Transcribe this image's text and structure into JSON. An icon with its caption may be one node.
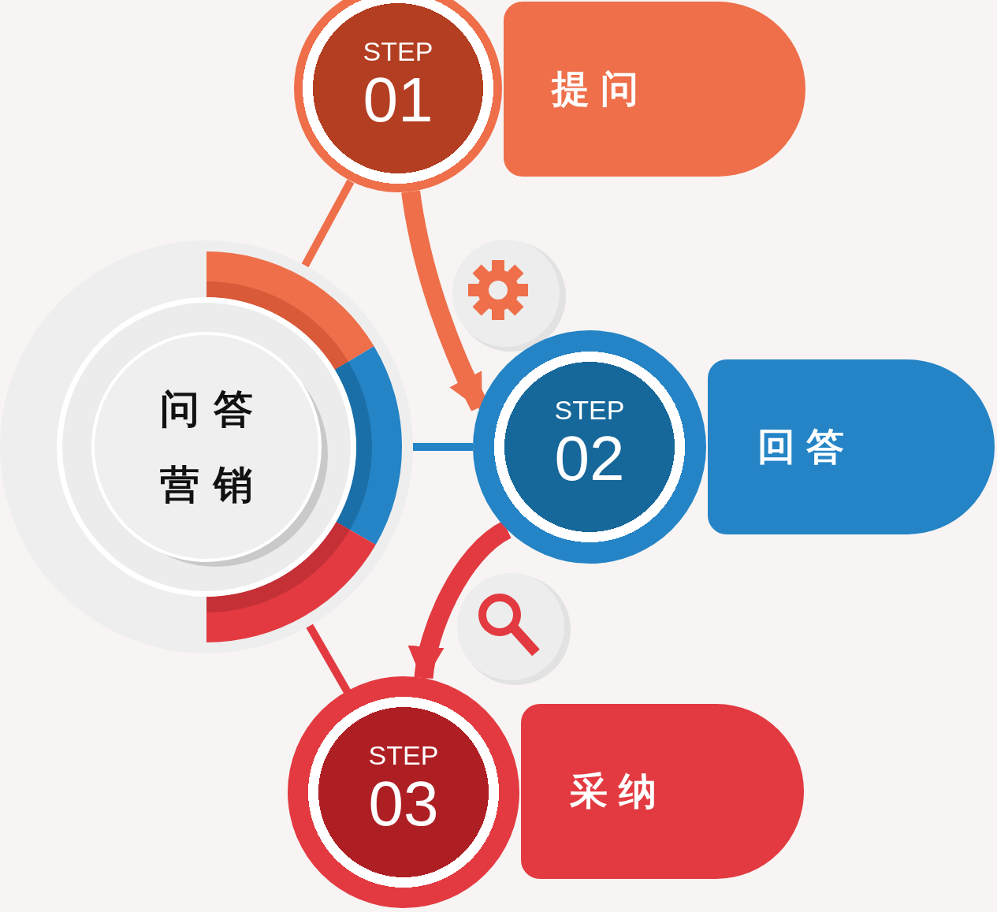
{
  "diagram": {
    "nodes": [
      {
        "text": [
          "问答营销"
        ]
      },
      {
        "text": [
          "STEP",
          "01"
        ]
      },
      {
        "text": [
          "提问"
        ]
      },
      {
        "text": [
          "STEP",
          "02"
        ]
      },
      {
        "text": [
          "回答"
        ]
      },
      {
        "text": [
          "STEP",
          "03"
        ]
      },
      {
        "text": [
          "采纳"
        ]
      }
    ],
    "edges": [
      {
        "from": 0,
        "to": 1,
        "arrow": "none",
        "color": "#ee6f4a"
      },
      {
        "from": 0,
        "to": 3,
        "arrow": "none",
        "color": "#2484c6"
      },
      {
        "from": 0,
        "to": 5,
        "arrow": "none",
        "color": "#e23a40"
      },
      {
        "from": 1,
        "to": 3,
        "arrow": "to",
        "style": "thick",
        "color": "#ee6f4a"
      },
      {
        "from": 3,
        "to": 5,
        "arrow": "to",
        "style": "thick",
        "color": "#e23a40"
      }
    ]
  }
}
